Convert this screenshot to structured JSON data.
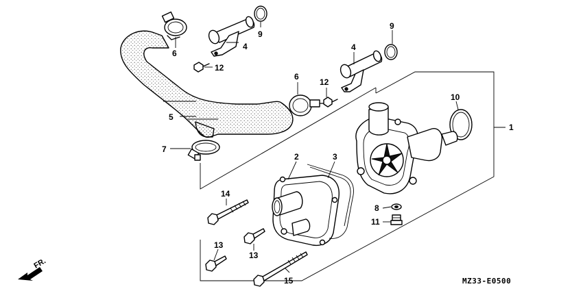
{
  "callouts": {
    "c1": "1",
    "c2": "2",
    "c3": "3",
    "c4a": "4",
    "c4b": "4",
    "c5": "5",
    "c6a": "6",
    "c6b": "6",
    "c7": "7",
    "c8": "8",
    "c9a": "9",
    "c9b": "9",
    "c10": "10",
    "c11": "11",
    "c12a": "12",
    "c12b": "12",
    "c13a": "13",
    "c13b": "13",
    "c14": "14",
    "c15": "15"
  },
  "diagram_code": "MZ33-E0500",
  "direction_label": "FR."
}
